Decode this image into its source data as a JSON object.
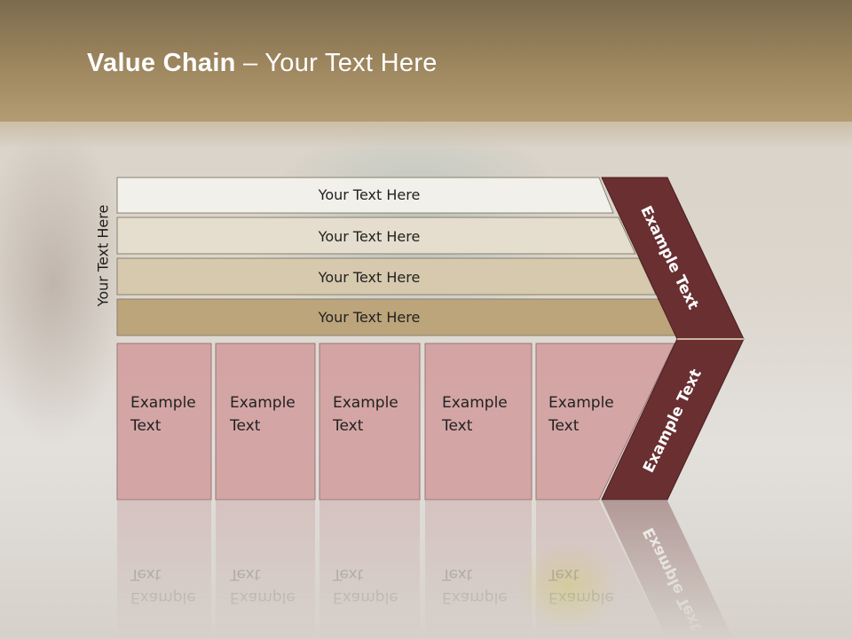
{
  "title": {
    "bold": "Value Chain",
    "rest": " – Your Text Here"
  },
  "side_label": "Your Text Here",
  "rows": [
    {
      "label": "Your Text Here",
      "color": "#f2f0eb"
    },
    {
      "label": "Your Text Here",
      "color": "#e5ddcd"
    },
    {
      "label": "Your Text Here",
      "color": "#d7c9ad"
    },
    {
      "label": "Your Text Here",
      "color": "#bca57a"
    }
  ],
  "boxes": [
    {
      "line1": "Example",
      "line2": "Text"
    },
    {
      "line1": "Example",
      "line2": "Text"
    },
    {
      "line1": "Example",
      "line2": "Text"
    },
    {
      "line1": "Example",
      "line2": "Text"
    },
    {
      "line1": "Example",
      "line2": "Text"
    }
  ],
  "chevron_top_label": "Example Text",
  "chevron_bottom_label": "Example Text",
  "colors": {
    "box": "#d3a0a1",
    "chevron": "#6a2f31",
    "header": "#9e875f"
  }
}
